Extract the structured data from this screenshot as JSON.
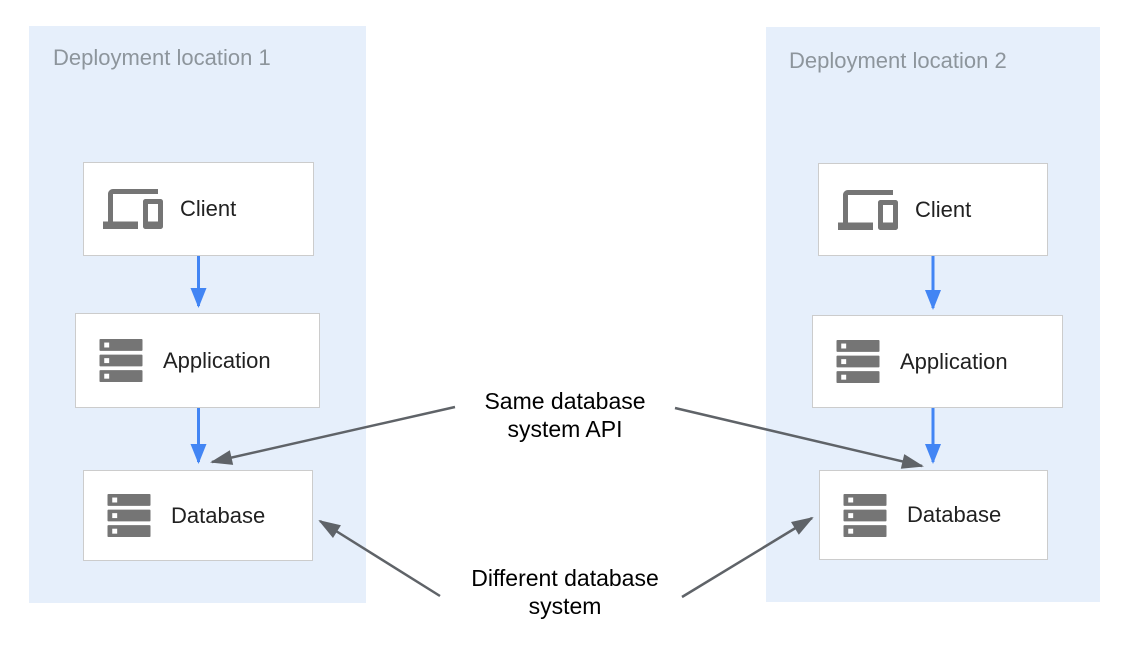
{
  "diagram": {
    "panels": [
      {
        "title": "Deployment location 1",
        "nodes": [
          {
            "label": "Client",
            "icon": "devices-icon"
          },
          {
            "label": "Application",
            "icon": "storage-icon"
          },
          {
            "label": "Database",
            "icon": "storage-icon"
          }
        ]
      },
      {
        "title": "Deployment location 2",
        "nodes": [
          {
            "label": "Client",
            "icon": "devices-icon"
          },
          {
            "label": "Application",
            "icon": "storage-icon"
          },
          {
            "label": "Database",
            "icon": "storage-icon"
          }
        ]
      }
    ],
    "annotations": [
      {
        "line1": "Same database",
        "line2": "system API"
      },
      {
        "line1": "Different database",
        "line2": "system"
      }
    ],
    "colors": {
      "panel_bg": "#e6effb",
      "panel_title": "#8d959c",
      "box_bg": "#ffffff",
      "box_border": "#cccccc",
      "label_text": "#212121",
      "annotation_text": "#000000",
      "icon_gray": "#757575",
      "flow_arrow_blue": "#4285f4",
      "annotation_arrow_gray": "#5f6368"
    }
  }
}
